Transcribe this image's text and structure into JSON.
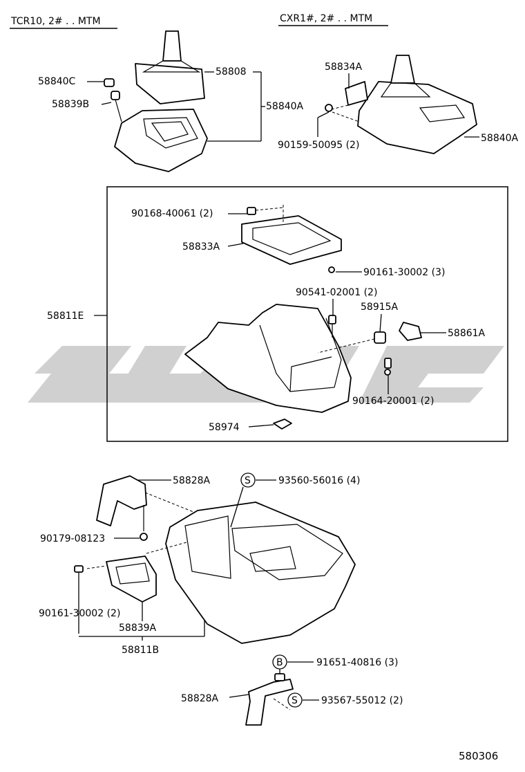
{
  "headers": {
    "left_variant": "TCR10, 2# . . MTM",
    "right_variant": "CXR1#, 2# . . MTM"
  },
  "figure_number": "580306",
  "part_labels": {
    "p58840C": "58840C",
    "p58839B": "58839B",
    "p58808": "58808",
    "p58840A_left": "58840A",
    "p58834A": "58834A",
    "p90159": "90159-50095 (2)",
    "p58840A_right": "58840A",
    "p90168": "90168-40061 (2)",
    "p58833A": "58833A",
    "p90161_top": "90161-30002 (3)",
    "p58811E": "58811E",
    "p90541": "90541-02001 (2)",
    "p58915A": "58915A",
    "p58861A": "58861A",
    "p90164": "90164-20001 (2)",
    "p58974": "58974",
    "p58828A_top": "58828A",
    "p93560": "93560-56016 (4)",
    "p90179": "90179-08123",
    "p90161_bottom": "90161-30002 (2)",
    "p58839A": "58839A",
    "p58811B": "58811B",
    "p91651": "91651-40816 (3)",
    "p58828A_bottom": "58828A",
    "p93567": "93567-55012 (2)"
  },
  "callout_letters": {
    "s_top": "S",
    "b": "B",
    "s_bottom": "S"
  },
  "colors": {
    "line": "#000000",
    "watermark": "#d0d0d0",
    "background": "#ffffff"
  }
}
